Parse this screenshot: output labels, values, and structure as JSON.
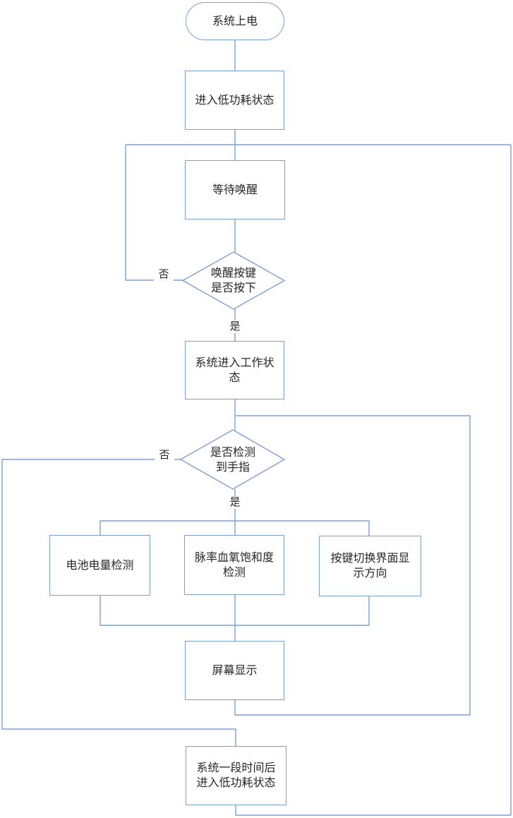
{
  "flowchart": {
    "nodes": {
      "start": {
        "label": "系统上电",
        "shape": "terminator"
      },
      "enter_low_power": {
        "label": "进入低功耗状态",
        "shape": "process"
      },
      "wait_wakeup": {
        "label": "等待唤醒",
        "shape": "process"
      },
      "wakeup_key_decision": {
        "label": "唤醒按键\n是否按下",
        "shape": "decision"
      },
      "system_working": {
        "label": "系统进入工作状\n态",
        "shape": "process"
      },
      "finger_decision": {
        "label": "是否检测\n到手指",
        "shape": "decision"
      },
      "battery_check": {
        "label": "电池电量检测",
        "shape": "process"
      },
      "pulse_spo2_check": {
        "label": "脉率血氧饱和度\n检测",
        "shape": "process"
      },
      "key_switch_display": {
        "label": "按键切换界面显\n示方向",
        "shape": "process"
      },
      "screen_display": {
        "label": "屏幕显示",
        "shape": "process"
      },
      "low_power_after_time": {
        "label": "系统一段时间后\n进入低功耗状态",
        "shape": "process"
      }
    },
    "branches": {
      "wakeup_no": "否",
      "wakeup_yes": "是",
      "finger_no": "否",
      "finger_yes": "是"
    },
    "colors": {
      "stroke": "#7c9fd6",
      "text": "#262626",
      "background": "#ffffff"
    }
  }
}
